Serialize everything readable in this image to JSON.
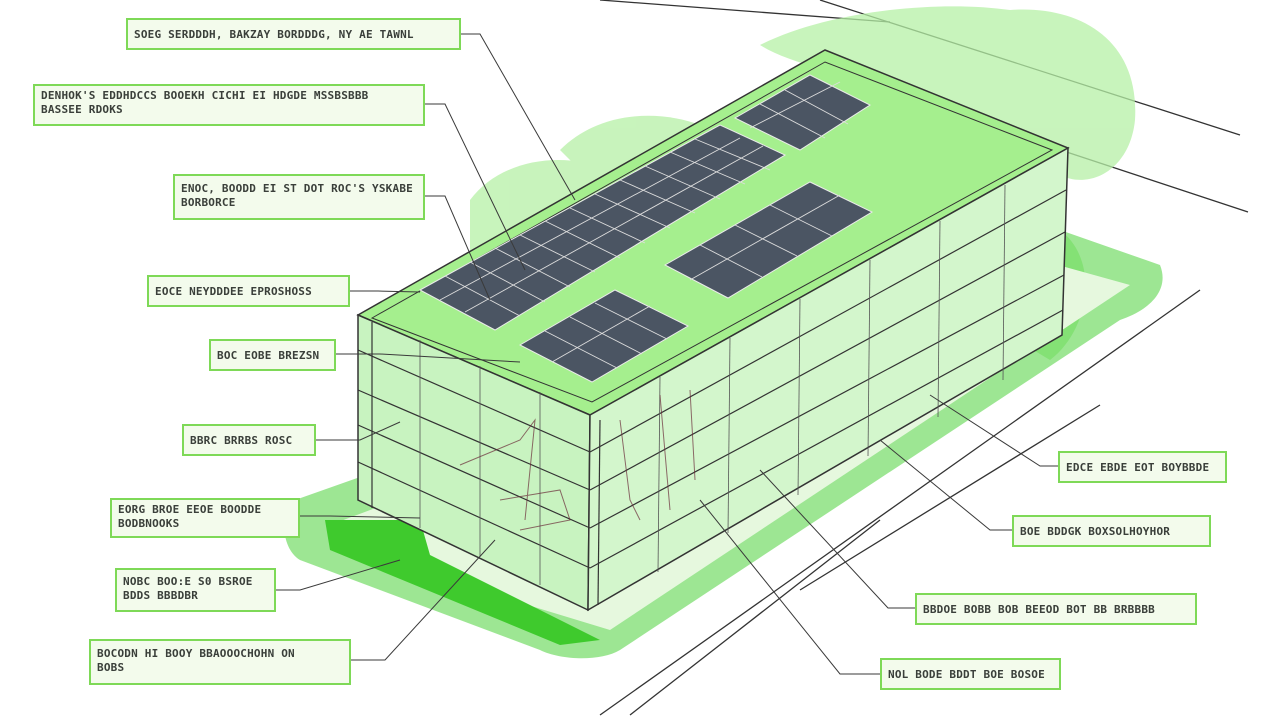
{
  "diagram": {
    "colors": {
      "accent": "#7ed957",
      "ground": "#4cd13a",
      "roof": "#a5ef8e",
      "glass": "#c8f3c0",
      "panel": "#4b5563",
      "line": "#333333"
    },
    "callouts": [
      {
        "id": "c1",
        "text": "SOEG SERDDDH, BAKZAY BORDDDG, NY AE TAWNL"
      },
      {
        "id": "c2",
        "text": "DENHOK'S EDDHDCCS BOOEKH CICHI EI HDGDE MSSBSBBB\nBASSEE RDOKS"
      },
      {
        "id": "c3",
        "text": "ENOC, BOODD EI ST DOT ROC'S YSKABE\nBORBORCE"
      },
      {
        "id": "c4",
        "text": "EOCE NEYDDDEE EPROSHOSS"
      },
      {
        "id": "c5",
        "text": "BOC EOBE BREZSN"
      },
      {
        "id": "c6",
        "text": "BBRC BRRBS ROSC"
      },
      {
        "id": "c7",
        "text": "EORG BROE EEOE BOODDE\nBODBNOOKS"
      },
      {
        "id": "c8",
        "text": "NOBC BOO:E S0 BSROE\nBDDS BBBDBR"
      },
      {
        "id": "c9",
        "text": "BOCODN HI BOOY BBAOOOCHOHN ON\nBOBS"
      },
      {
        "id": "c10",
        "text": "EDCE EBDE EOT BOYBBDE"
      },
      {
        "id": "c11",
        "text": "BOE BDDGK BOXSOLHOYHOR"
      },
      {
        "id": "c12",
        "text": "BBDOE BOBB BOB BEEOD BOT BB BRBBBB"
      },
      {
        "id": "c13",
        "text": "NOL BODE BDDT BOE BOSOE"
      }
    ]
  }
}
